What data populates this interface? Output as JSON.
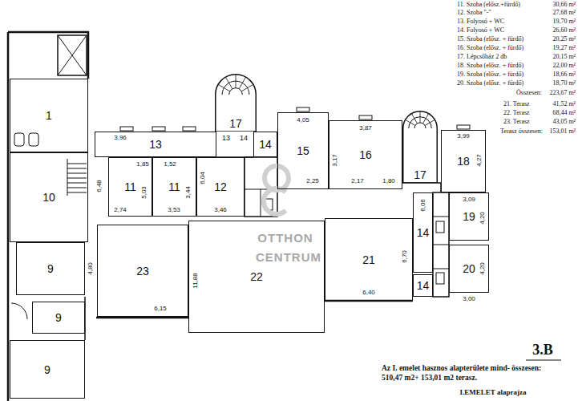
{
  "diagram": {
    "nodes": [
      {
        "text": [
          "1"
        ]
      },
      {
        "text": [
          "10"
        ]
      },
      {
        "text": [
          "9"
        ]
      },
      {
        "text": [
          "9"
        ]
      },
      {
        "text": [
          "9"
        ]
      },
      {
        "text": [
          "13"
        ]
      },
      {
        "text": [
          "17"
        ]
      },
      {
        "text": [
          "14"
        ]
      },
      {
        "text": [
          "15"
        ]
      },
      {
        "text": [
          "16"
        ]
      },
      {
        "text": [
          "17"
        ]
      },
      {
        "text": [
          "18"
        ]
      },
      {
        "text": [
          "11"
        ]
      },
      {
        "text": [
          "11"
        ]
      },
      {
        "text": [
          "12"
        ]
      },
      {
        "text": [
          "23"
        ]
      },
      {
        "text": [
          "22"
        ]
      },
      {
        "text": [
          "21"
        ]
      },
      {
        "text": [
          "14"
        ]
      },
      {
        "text": [
          "19"
        ]
      },
      {
        "text": [
          "20"
        ]
      },
      {
        "text": [
          "14"
        ]
      }
    ],
    "labels": [
      "11. Szoba (elősz.+fürdő)",
      "30,66 m²",
      "12. Szoba \"-\"",
      "27,68 m²",
      "13. Folyosó + WC",
      "19,70 m²",
      "14. Folyosó + WC",
      "26,60 m²",
      "15. Szoba (elősz. + fürdő)",
      "20,25 m²",
      "16. Szoba (elősz. + fürdő)",
      "19,27 m²",
      "17. Lépcsőház 2 db",
      "20,15 m²",
      "18. Szoba (elősz. + fürdő)",
      "22,00 m²",
      "19. Szoba (elősz. + fürdő)",
      "18,66 m²",
      "20. Szoba (elősz. + fürdő)",
      "18,70 m²",
      "Összesen:",
      "223,67 m²",
      "21. Terasz",
      "41,52 m²",
      "22. Terasz",
      "68,44 m²",
      "23. Terasz",
      "43,05 m²",
      "Terasz összesen:",
      "153,01 m²",
      "3,96",
      "6,48",
      "1,85",
      "1,52",
      "5,03",
      "3,44",
      "6,04",
      "2,74",
      "3,53",
      "3,46",
      "4,05",
      "3,87",
      "3,17",
      "3,99",
      "4,27",
      "3,09",
      "4,20",
      "4,20",
      "3,00",
      "6,06",
      "6,70",
      "6,40",
      "6,15",
      "11,88",
      "4,80",
      "2,25",
      "2,17",
      "1,80",
      "13",
      "14",
      "OTTHON",
      "CENTRUM",
      "3.B",
      "Az I. emelet hasznos alapterülete mind- összesen: 510,47 m2+ 153,01 m2 terasz.",
      "I.EMELET alaprajza"
    ]
  }
}
